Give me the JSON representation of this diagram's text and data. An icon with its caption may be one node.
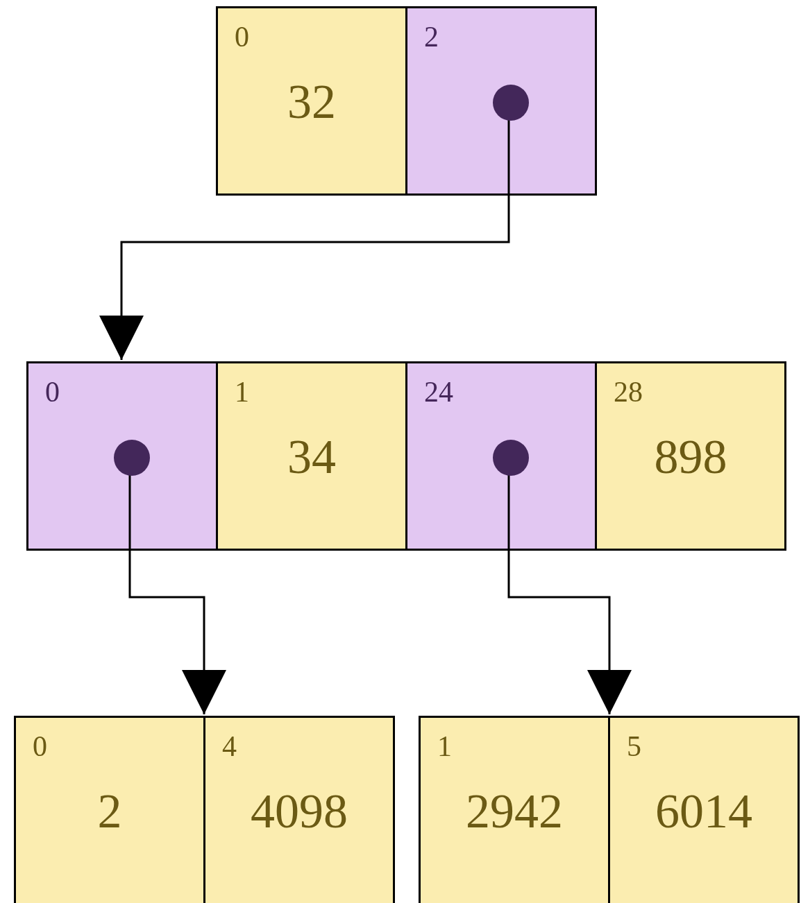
{
  "diagram": {
    "nodes": [
      {
        "text": [
          "0",
          "32"
        ]
      },
      {
        "text": [
          "2"
        ]
      },
      {
        "text": [],
        "shape": "circle",
        "in": 1
      },
      {
        "text": [
          "0"
        ]
      },
      {
        "text": [],
        "shape": "circle",
        "in": 3
      },
      {
        "text": [
          "1",
          "34"
        ]
      },
      {
        "text": [
          "24"
        ]
      },
      {
        "text": [],
        "shape": "circle",
        "in": 6
      },
      {
        "text": [
          "28",
          "898"
        ]
      },
      {
        "text": [
          "0",
          "2"
        ]
      },
      {
        "text": [
          "4",
          "4098"
        ]
      },
      {
        "text": [
          "1",
          "2942"
        ]
      },
      {
        "text": [
          "5",
          "6014"
        ]
      }
    ],
    "edges": [
      {
        "from": 2,
        "to": 3,
        "arrow": "to"
      },
      {
        "from": 4,
        "to": 10,
        "arrow": "to"
      },
      {
        "from": 7,
        "to": 12,
        "arrow": "to"
      }
    ]
  }
}
